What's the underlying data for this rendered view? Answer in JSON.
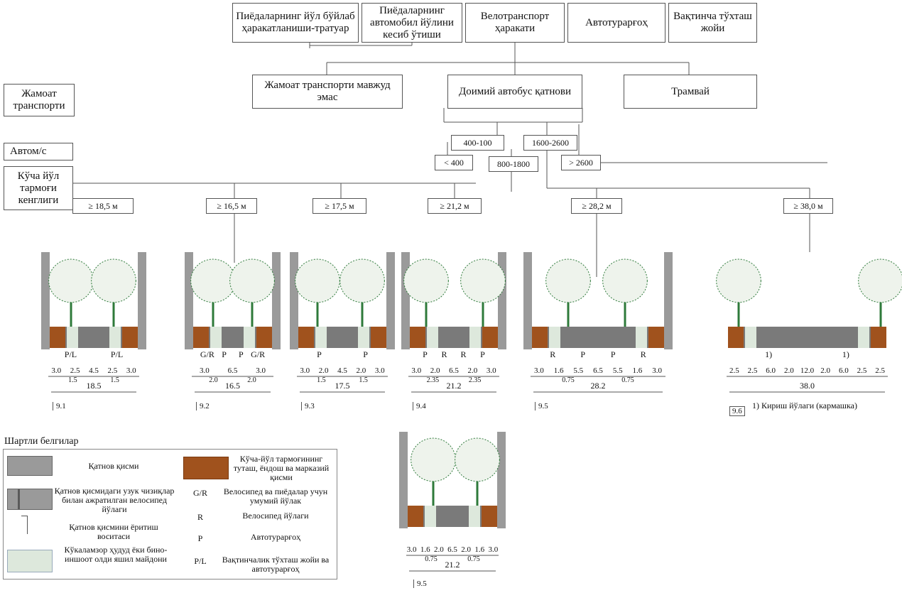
{
  "top": {
    "b1": "Пиёдаларнинг йўл бўйлаб ҳаракатланиши-тратуар",
    "b2": "Пиёдаларнинг автомобил йўлини кесиб ўтиши",
    "b3": "Велотранспорт ҳаракати",
    "b4": "Автотурарғоҳ",
    "b5": "Вақтинча тўхташ жойи"
  },
  "left": {
    "public_transport": "Жамоат транспорти",
    "auto": "Автом/с",
    "network_width": "Кўча йўл тармоғи кенглиги"
  },
  "pt": {
    "none": "Жамоат транспорти мавжуд эмас",
    "bus": "Доимий автобус қатнови",
    "tram": "Трамвай"
  },
  "traffic": [
    "400-100",
    "1600-2600",
    "< 400",
    "800-1800",
    "> 2600"
  ],
  "widths": [
    "≥ 18,5 м",
    "≥ 16,5 м",
    "≥ 17,5 м",
    "≥ 21,2 м",
    "≥ 28,2 м",
    "≥ 38,0 м"
  ],
  "sections": [
    {
      "marks": [
        "P/L",
        "P/L"
      ],
      "dims": [
        "3.0",
        "2.5",
        "4.5",
        "2.5",
        "3.0"
      ],
      "sub": [
        "1.5",
        "1.5"
      ],
      "total": "18.5",
      "id": "9.1"
    },
    {
      "marks": [
        "G/R",
        "P",
        "P",
        "G/R"
      ],
      "dims": [
        "3.0",
        "6.5",
        "3.0"
      ],
      "sub": [
        "2.0",
        "2.0"
      ],
      "total": "16.5",
      "id": "9.2"
    },
    {
      "marks": [
        "P",
        "P"
      ],
      "dims": [
        "3.0",
        "2.0",
        "4.5",
        "2.0",
        "3.0"
      ],
      "sub": [
        "1.5",
        "1.5"
      ],
      "total": "17.5",
      "id": "9.3"
    },
    {
      "marks": [
        "P",
        "R",
        "R",
        "P"
      ],
      "dims": [
        "3.0",
        "2.0",
        "6.5",
        "2.0",
        "3.0"
      ],
      "sub": [
        "2.35",
        "2.35"
      ],
      "total": "21.2",
      "id": "9.4"
    },
    {
      "marks": [
        "R",
        "P",
        "P",
        "R"
      ],
      "dims": [
        "3.0",
        "1.6",
        "5.5",
        "6.5",
        "5.5",
        "1.6",
        "3.0"
      ],
      "sub": [
        "0.75",
        "0.75"
      ],
      "total": "28.2",
      "id": "9.5"
    },
    {
      "marks": [
        "1)",
        "1)"
      ],
      "dims": [
        "2.5",
        "2.5",
        "6.0",
        "2.0",
        "12.0",
        "2.0",
        "6.0",
        "2.5",
        "2.5"
      ],
      "sub": [],
      "total": "38.0",
      "id": "9.6",
      "note": "1) Кириш йўлаги (кармашка)"
    },
    {
      "marks": [],
      "dims": [
        "3.0",
        "1.6",
        "2.0",
        "6.5",
        "2.0",
        "1.6",
        "3.0"
      ],
      "sub": [
        "0.75",
        "0.75"
      ],
      "total": "21.2",
      "id": "9.5"
    }
  ],
  "legend": {
    "title": "Шартли белгилар",
    "items": [
      "Қатнов қисми",
      "Қатнов қисмидаги узук чизиқлар билан ажратилган велосипед йўлаги",
      "Қатнов қисмини ёритиш воситаси",
      "Кўкаламзор ҳудуд ёки бино-иншоот олди яшил майдони",
      "Кўча-йўл тармоғининг туташ, ёндош ва марказий қисми"
    ],
    "codes": [
      {
        "code": "G/R",
        "text": "Велосипед ва пиёдалар учун умумий йўлак"
      },
      {
        "code": "R",
        "text": "Велосипед йўлаги"
      },
      {
        "code": "P",
        "text": "Автотурарғоҳ"
      },
      {
        "code": "P/L",
        "text": "Вақтинчалик тўхташ жойи ва автотурарғоҳ"
      }
    ]
  },
  "colors": {
    "building": "#9a9a9a",
    "road": "#7a7a7a",
    "brown": "#a0521d",
    "green": "#dde8dc",
    "tree": "#2e7a3a"
  }
}
